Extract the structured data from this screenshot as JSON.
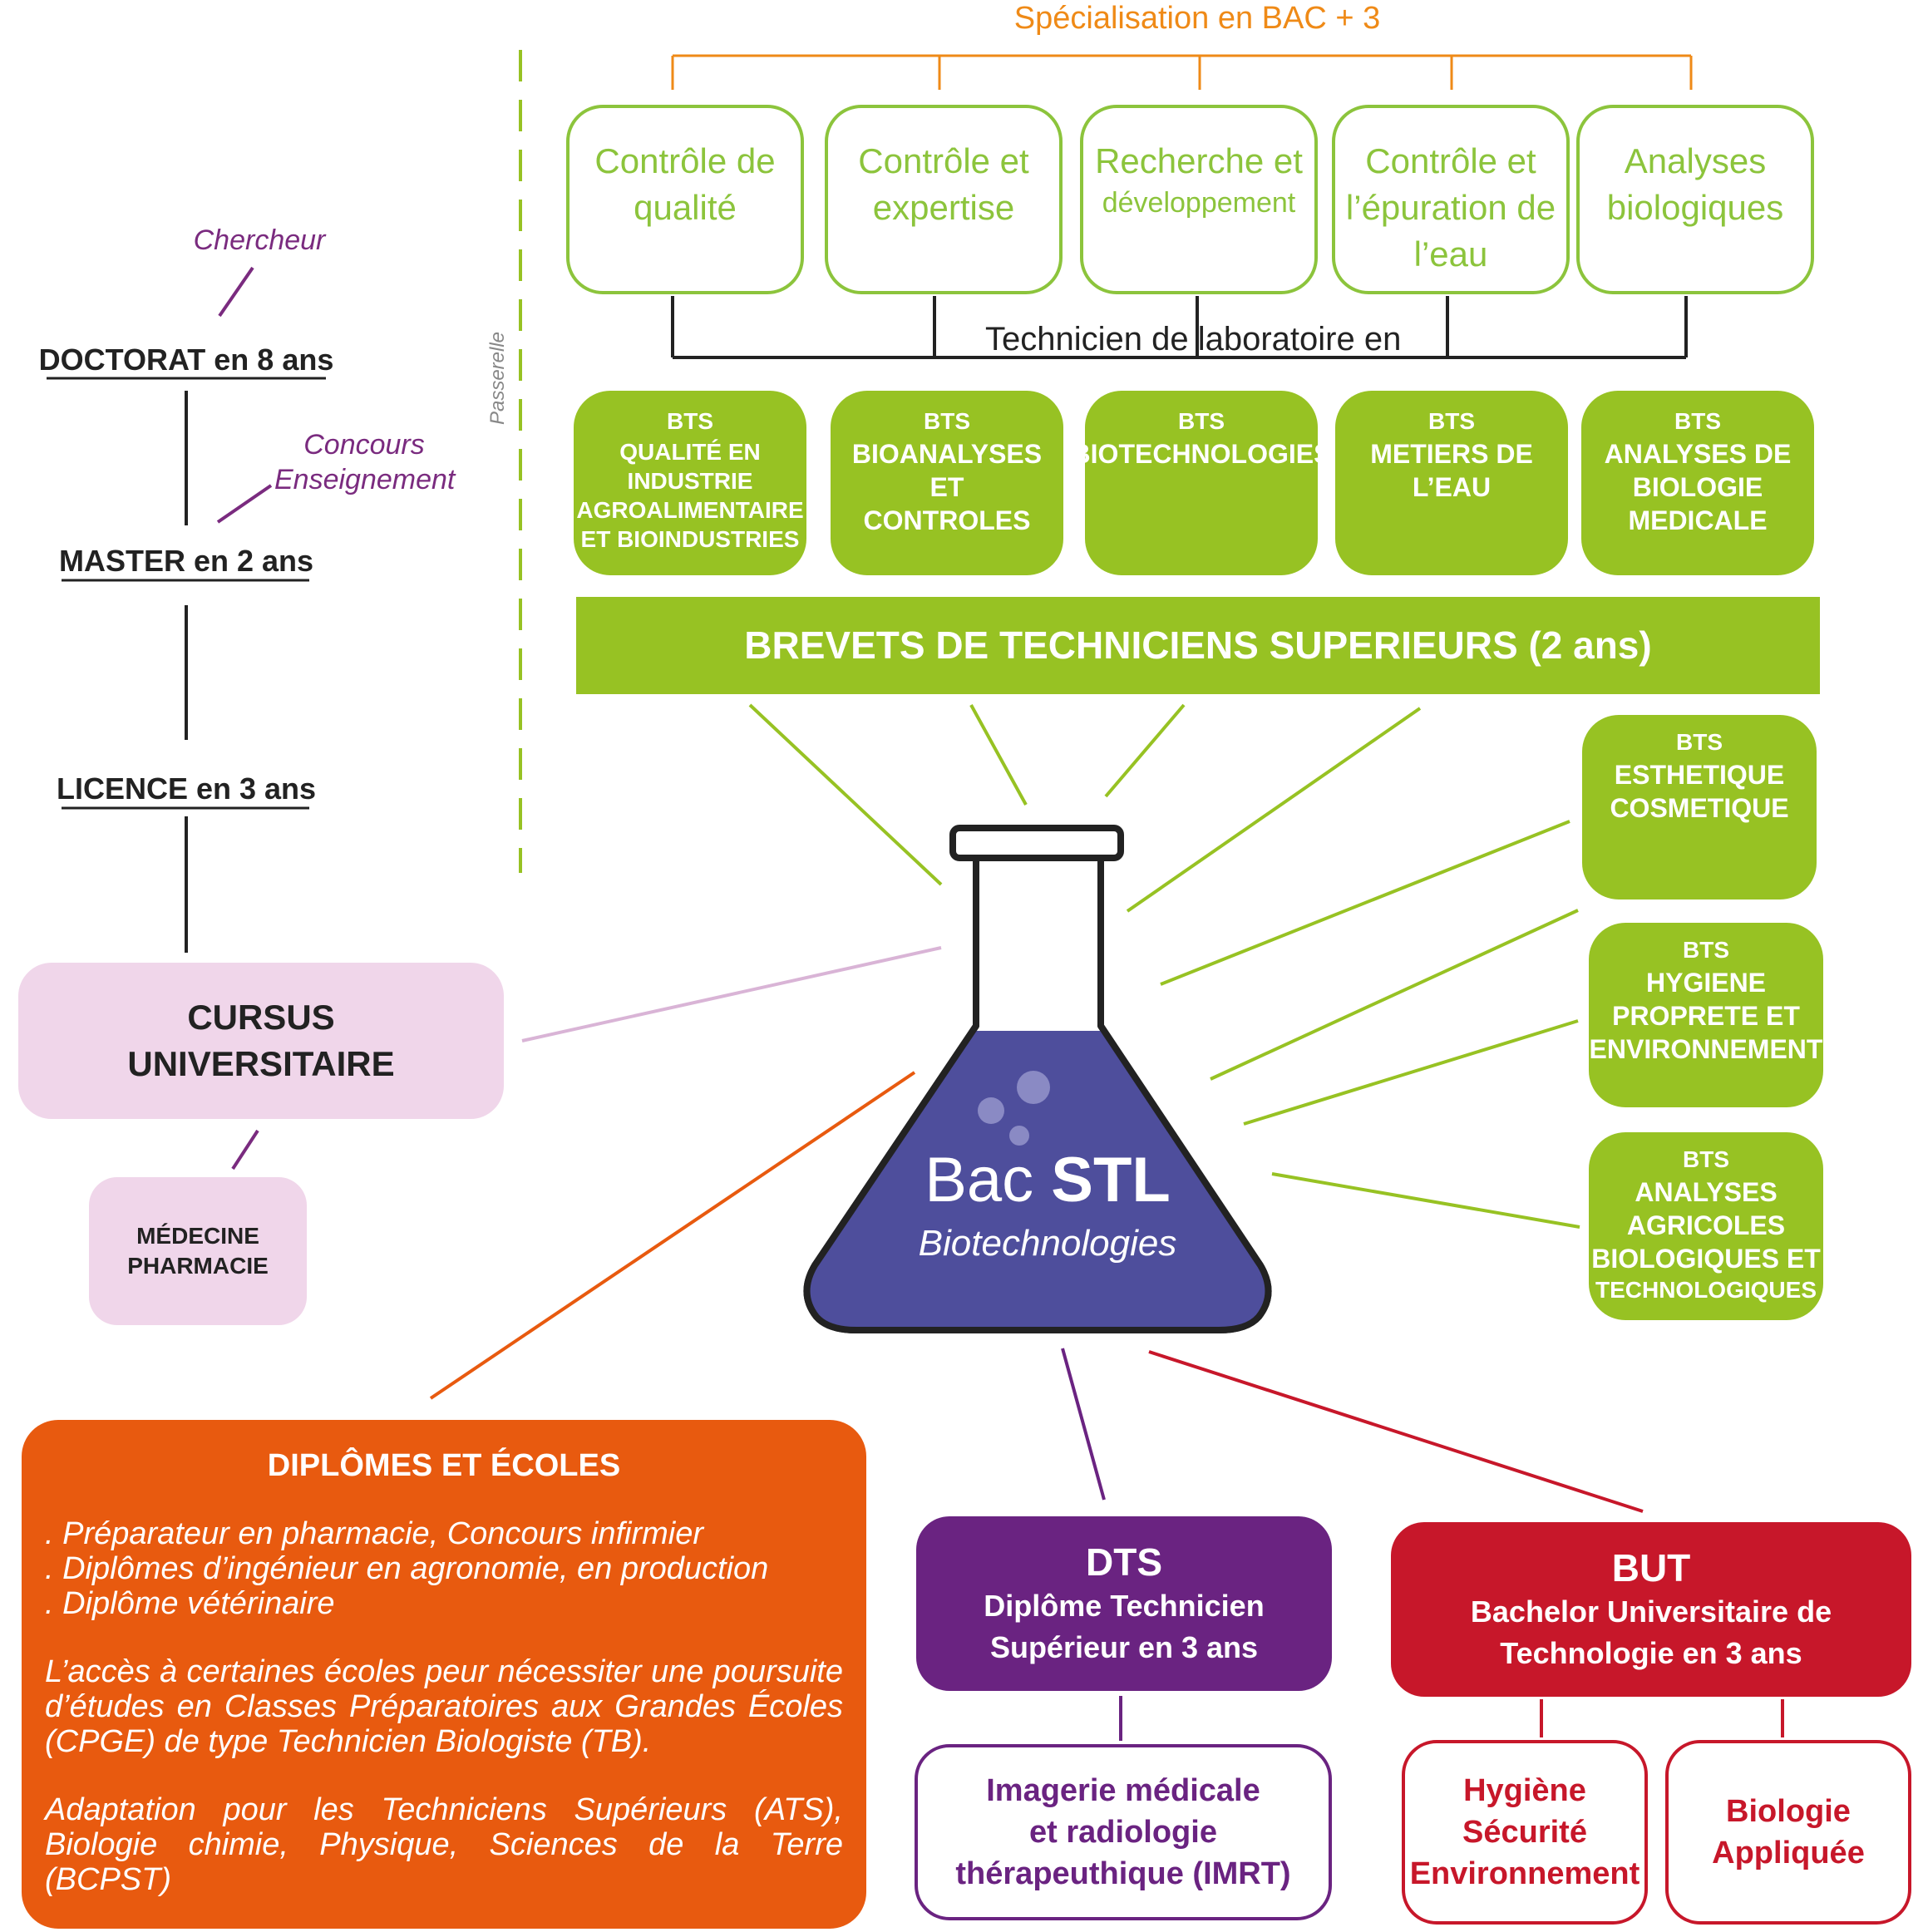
{
  "header": {
    "specialisation_title": "Spécialisation en BAC + 3"
  },
  "specialisations": [
    {
      "line1": "Contrôle de",
      "line2": "qualité",
      "line3": ""
    },
    {
      "line1": "Contrôle et",
      "line2": "expertise",
      "line3": ""
    },
    {
      "line1": "Recherche et",
      "line2": "développement",
      "line3": ""
    },
    {
      "line1": "Contrôle et",
      "line2": "l’épuration de",
      "line3": "l’eau"
    },
    {
      "line1": "Analyses",
      "line2": "biologiques",
      "line3": ""
    }
  ],
  "technicien_label": "Technicien de  laboratoire en",
  "bts_top": [
    {
      "tag": "BTS",
      "lines": [
        "QUALITÉ EN",
        "INDUSTRIE",
        "AGROALIMENTAIRE",
        "ET BIOINDUSTRIES"
      ]
    },
    {
      "tag": "BTS",
      "lines": [
        "BIOANALYSES",
        "ET",
        "CONTROLES"
      ]
    },
    {
      "tag": "BTS",
      "lines": [
        "BIOTECHNOLOGIES"
      ]
    },
    {
      "tag": "BTS",
      "lines": [
        "METIERS DE L’EAU"
      ]
    },
    {
      "tag": "BTS",
      "lines": [
        "ANALYSES DE",
        "BIOLOGIE",
        "MEDICALE"
      ]
    }
  ],
  "bts_banner": "BREVETS DE TECHNICIENS SUPERIEURS (2 ans)",
  "bts_side": [
    {
      "tag": "BTS",
      "lines": [
        "ESTHETIQUE",
        "COSMETIQUE"
      ]
    },
    {
      "tag": "BTS",
      "lines": [
        "HYGIENE",
        "PROPRETE ET",
        "ENVIRONNEMENT"
      ]
    },
    {
      "tag": "BTS",
      "lines": [
        "ANALYSES",
        "AGRICOLES",
        "BIOLOGIQUES ET",
        "TECHNOLOGIQUES"
      ]
    }
  ],
  "passerelle": "Passerelle",
  "university": {
    "chercheur": "Chercheur",
    "doctorat": "DOCTORAT en 8 ans",
    "concours_line1": "Concours",
    "concours_line2": "Enseignement",
    "master": "MASTER en 2 ans",
    "licence": "LICENCE en 3 ans",
    "cursus_line1": "CURSUS",
    "cursus_line2": "UNIVERSITAIRE",
    "medecine_line1": "MÉDECINE",
    "medecine_line2": "PHARMACIE"
  },
  "flask": {
    "bac": "Bac ",
    "stl": "STL",
    "subtitle": "Biotechnologies"
  },
  "diplomes": {
    "title": "DIPLÔMES ET ÉCOLES",
    "items": [
      ". Préparateur en pharmacie, Concours infirmier",
      ". Diplômes d’ingénieur en agronomie, en production",
      ". Diplôme vétérinaire"
    ],
    "para1": "L’accès à certaines écoles peur nécessiter une poursuite d’études en Classes Préparatoires aux Grandes Écoles (CPGE) de type Technicien Biologiste (TB).",
    "para2": "Adaptation pour les Techniciens Supérieurs (ATS), Biologie chimie, Physique, Sciences de la Terre (BCPST)"
  },
  "dts": {
    "title": "DTS",
    "line1": "Diplôme Technicien",
    "line2": "Supérieur en 3 ans"
  },
  "imrt": {
    "line1": "Imagerie médicale",
    "line2": "et radiologie",
    "line3": "thérapeuthique (IMRT)"
  },
  "but": {
    "title": "BUT",
    "line1": "Bachelor Universitaire de",
    "line2": "Technologie en 3 ans"
  },
  "but_options": [
    {
      "lines": [
        "Hygiène",
        "Sécurité",
        "Environnement"
      ]
    },
    {
      "lines": [
        "Biologie",
        "Appliquée"
      ]
    }
  ],
  "colors": {
    "green": "#97c223",
    "green_outline": "#8cc43c",
    "orange": "#e85a0f",
    "orange_header": "#ef8a17",
    "purple": "#6a2381",
    "red": "#c7172a",
    "pink": "#f0d6ea",
    "flask_liquid": "#4e4e9c"
  }
}
